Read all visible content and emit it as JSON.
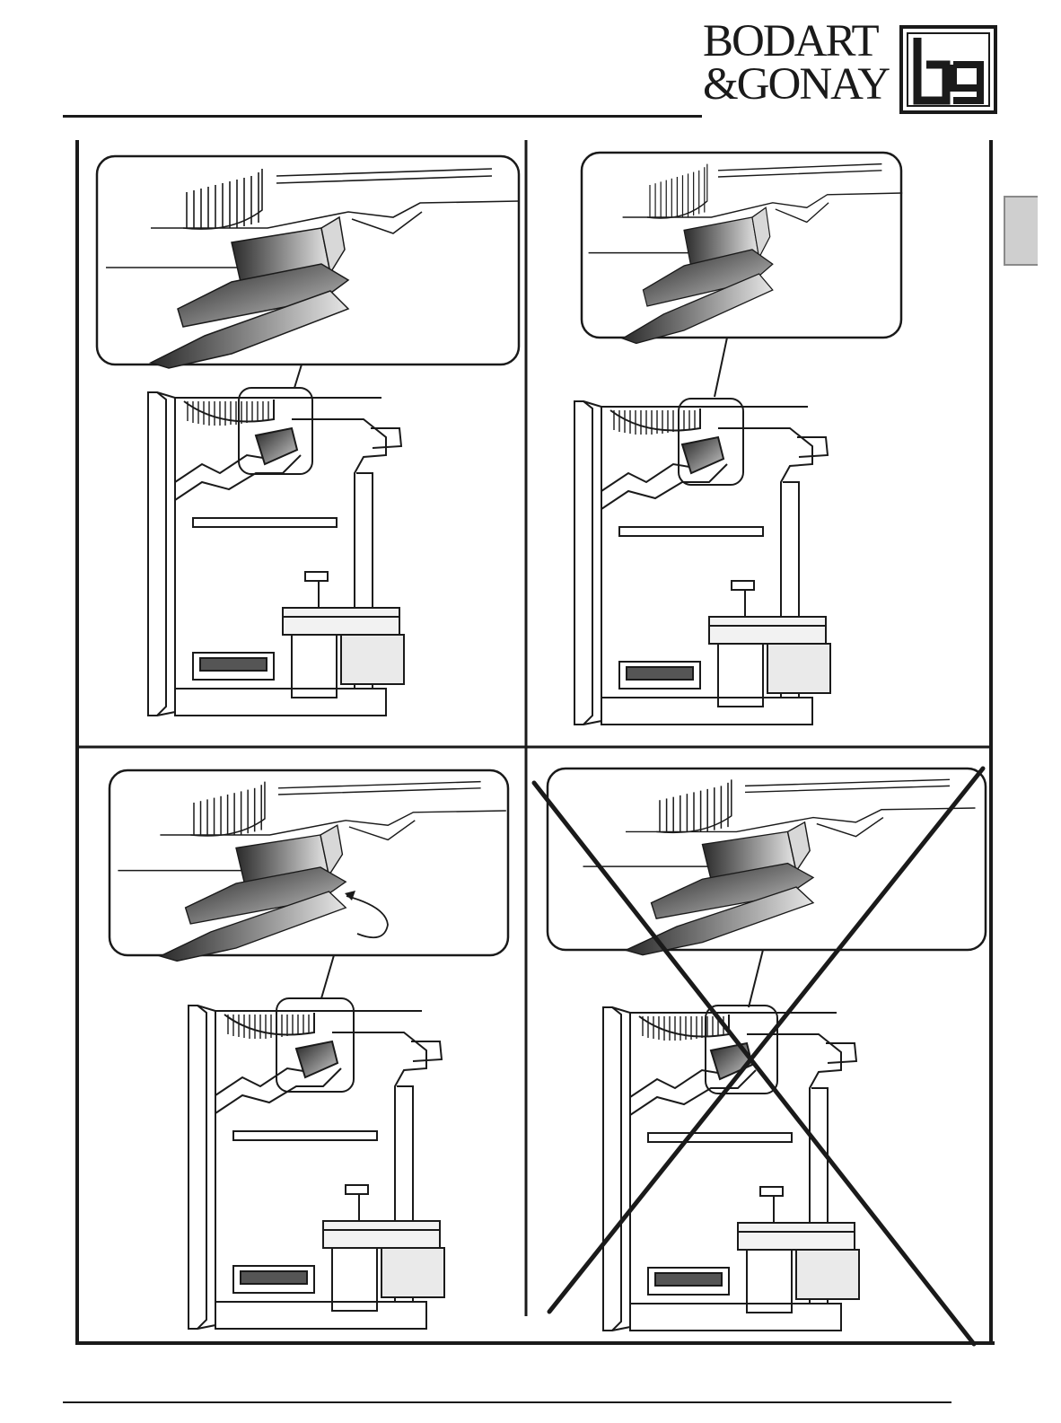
{
  "header": {
    "logo_line1": "BODART",
    "logo_line2": "&GONAY",
    "logo_mark_letters": "bg"
  },
  "colors": {
    "ink": "#1a1a1a",
    "tab_gray": "#cfcfcf",
    "tab_border": "#8a8a8a",
    "paper": "#ffffff"
  },
  "figures": [
    {
      "position": "top-left",
      "status": "correct"
    },
    {
      "position": "top-right",
      "status": "correct"
    },
    {
      "position": "bottom-left",
      "status": "correct",
      "note_icon": "rotate-arrow-icon"
    },
    {
      "position": "bottom-right",
      "status": "incorrect",
      "marker_icon": "cross-out-icon"
    }
  ]
}
